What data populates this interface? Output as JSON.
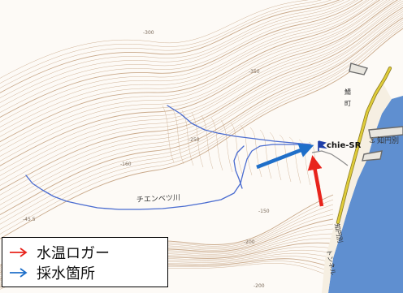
{
  "map": {
    "contour_color": "#c9a98a",
    "river_color": "#4a6cd0",
    "sea_color": "#5f8fd0",
    "road_color": "#e0cd3a",
    "river_label": "チエンベツ川",
    "place_label_1": "鯖",
    "place_label_2": "町",
    "harbor_label": "知円別",
    "harbor_icon": "anchor-icon",
    "tunnel_label_1": "知円別",
    "tunnel_label_2": "トンネル",
    "site_label": "chie-SR",
    "site_icon": "flag-icon",
    "elevation_labels": [
      "-300",
      "-350",
      "-250",
      "-150",
      "-160",
      "-200",
      "-45.5",
      "-200"
    ]
  },
  "arrows": {
    "logger_color": "#e8241c",
    "sampling_color": "#1f6fc9"
  },
  "legend": {
    "items": [
      {
        "symbol": "red-arrow-icon",
        "color": "#e8241c",
        "label": "水温ロガー"
      },
      {
        "symbol": "blue-arrow-icon",
        "color": "#1f6fc9",
        "label": "採水箇所"
      }
    ]
  }
}
